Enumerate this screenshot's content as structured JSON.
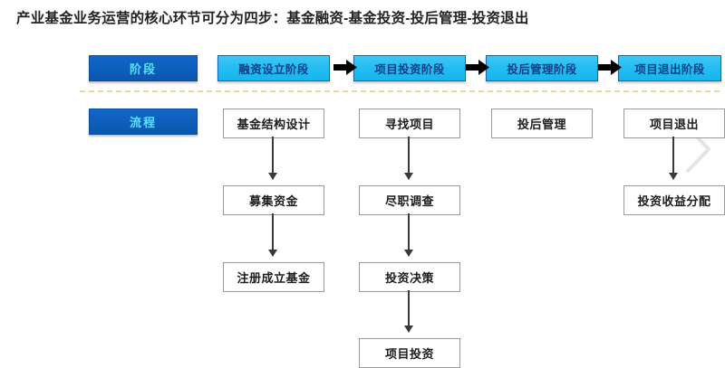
{
  "title": "产业基金业务运营的核心环节可分为四步：基金融资-基金投资-投后管理-投资退出",
  "colors": {
    "label_chip_blue": "#0e5fbe",
    "label_chip_text": "#59e2ff",
    "stage_cyan": "#23bdf2",
    "stage_text": "#0a3f86",
    "stage_border": "#1466ad",
    "process_border": "#9a9a9a",
    "process_text": "#1d1d1d",
    "connector": "#3a3a3a",
    "divider_dashed": "#e8d89a",
    "arrow_black": "#000000",
    "background": "#ffffff"
  },
  "rows": {
    "stage_label": "阶段",
    "flow_label": "流程"
  },
  "stages": [
    {
      "label": "融资设立阶段"
    },
    {
      "label": "项目投资阶段"
    },
    {
      "label": "投后管理阶段"
    },
    {
      "label": "项目退出阶段"
    }
  ],
  "arrows": [
    {
      "name": "arrow-stage-1-to-2",
      "glyph": "right-block-arrow"
    },
    {
      "name": "arrow-stage-2-to-3",
      "glyph": "right-block-arrow"
    },
    {
      "name": "arrow-stage-3-to-4",
      "glyph": "right-block-arrow"
    }
  ],
  "columns": [
    {
      "stage": "融资设立阶段",
      "steps": [
        "基金结构设计",
        "募集资金",
        "注册成立基金"
      ]
    },
    {
      "stage": "项目投资阶段",
      "steps": [
        "寻找项目",
        "尽职调查",
        "投资决策",
        "项目投资"
      ]
    },
    {
      "stage": "投后管理阶段",
      "steps": [
        "投后管理"
      ]
    },
    {
      "stage": "项目退出阶段",
      "steps": [
        "项目退出",
        "投资收益分配"
      ]
    }
  ],
  "watermark": {
    "shape": "chevron-right"
  }
}
